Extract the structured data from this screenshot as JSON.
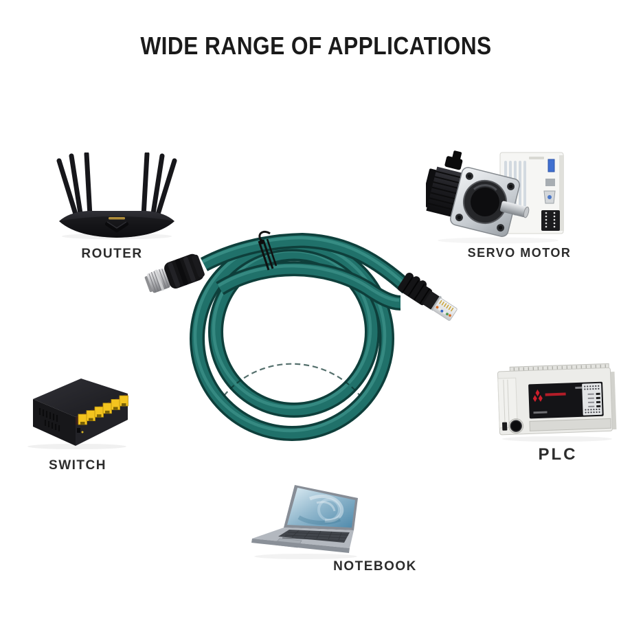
{
  "title": "WIDE RANGE OF APPLICATIONS",
  "items": [
    {
      "id": "router",
      "label": "ROUTER"
    },
    {
      "id": "servo_motor",
      "label": "SERVO MOTOR"
    },
    {
      "id": "switch",
      "label": "SWITCH"
    },
    {
      "id": "plc",
      "label": "PLC"
    },
    {
      "id": "notebook",
      "label": "NOTEBOOK"
    }
  ],
  "colors": {
    "background": "#ffffff",
    "title_text": "#1a1a1a",
    "label_text": "#2c2c2c",
    "cable_teal": "#20716a",
    "cable_teal_dark": "#0e3f3b",
    "cable_teal_highlight": "#49a297",
    "connector_black": "#141416",
    "connector_silver": "#b9babd",
    "switch_port_yellow": "#f3c41f",
    "router_body_black": "#1d1d21",
    "plc_panel_black": "#141417",
    "mitsubishi_red": "#cf1f2c",
    "notebook_screen_blue": "#8fb6cc"
  }
}
